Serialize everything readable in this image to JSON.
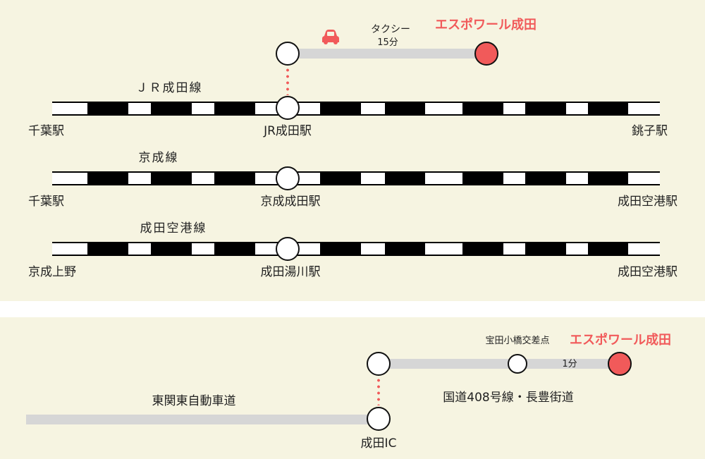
{
  "colors": {
    "background": "#f6f4e1",
    "accent": "#f15a5a",
    "track": "#000000",
    "connector": "#d6d6d6"
  },
  "rail": {
    "taxi": {
      "icon": "car-icon",
      "label": "タクシー",
      "time": "15分"
    },
    "destination": "エスポワール成田",
    "lines": [
      {
        "name": "ＪＲ成田線",
        "left_station": "千葉駅",
        "center_station": "JR成田駅",
        "right_station": "銚子駅"
      },
      {
        "name": "京成線",
        "left_station": "千葉駅",
        "center_station": "京成成田駅",
        "right_station": "成田空港駅"
      },
      {
        "name": "成田空港線",
        "left_station": "京成上野",
        "center_station": "成田湯川駅",
        "right_station": "成田空港駅"
      }
    ]
  },
  "road": {
    "expressway": "東関東自動車道",
    "interchange": "成田IC",
    "route": "国道408号線・長豊街道",
    "intersection": "宝田小橋交差点",
    "time": "1分",
    "destination": "エスポワール成田"
  }
}
